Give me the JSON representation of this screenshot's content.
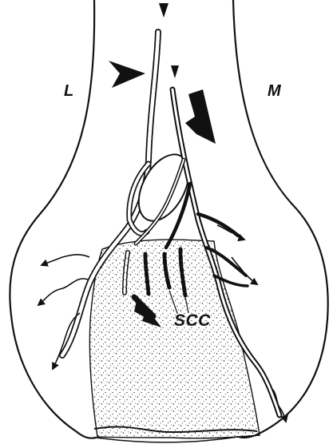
{
  "labels": {
    "lateral": "L",
    "medial": "M",
    "region": "SCC"
  },
  "colors": {
    "line": "#111111",
    "background": "#ffffff",
    "stipple": "#222222"
  },
  "icons": [
    "arrowhead-icon",
    "wide-arrow-icon",
    "bold-arrow-icon"
  ]
}
